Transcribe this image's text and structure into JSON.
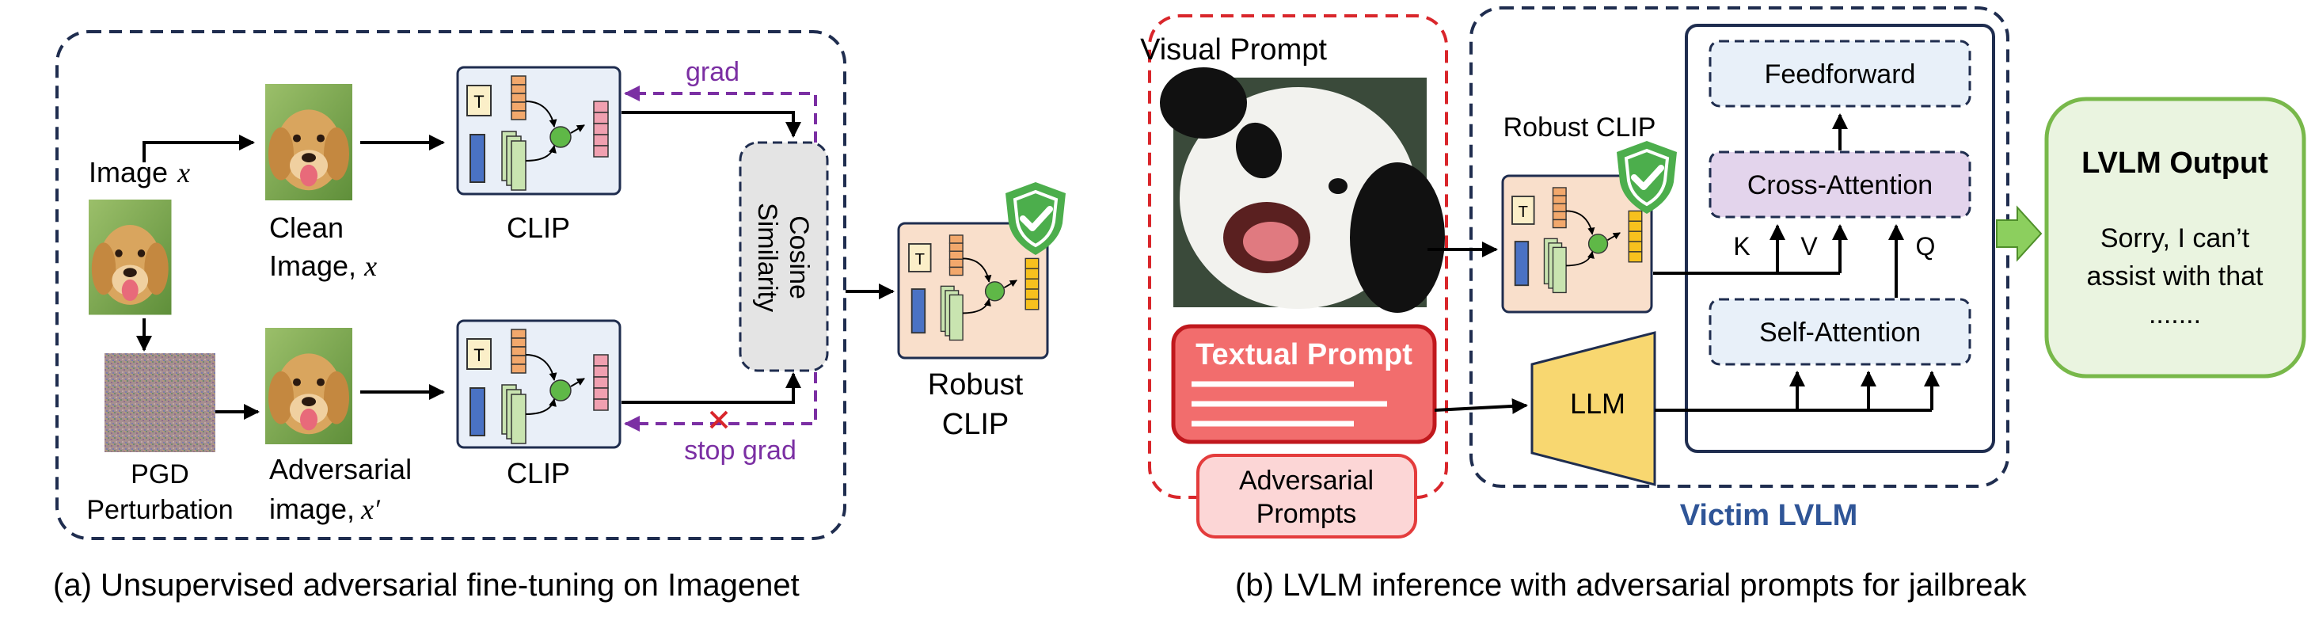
{
  "panel_a": {
    "image_label": "Image",
    "image_var": "x",
    "clean_label_1": "Clean",
    "clean_label_2": "Image,",
    "clean_var": "x",
    "pgd_label_1": "PGD",
    "pgd_label_2": "Perturbation",
    "adv_label_1": "Adversarial",
    "adv_label_2": "image,",
    "adv_var": "x′",
    "clip_top": "CLIP",
    "clip_bottom": "CLIP",
    "grad": "grad",
    "stop_grad": "stop grad",
    "cosine_1": "Cosine",
    "cosine_2": "Similarity",
    "robust_1": "Robust",
    "robust_2": "CLIP",
    "caption": "(a) Unsupervised adversarial fine-tuning on Imagenet"
  },
  "panel_b": {
    "visual_prompt": "Visual Prompt",
    "textual_prompt": "Textual Prompt",
    "adversarial_1": "Adversarial",
    "adversarial_2": "Prompts",
    "robust_clip": "Robust CLIP",
    "llm": "LLM",
    "feedforward": "Feedforward",
    "cross_attention": "Cross-Attention",
    "self_attention": "Self-Attention",
    "k": "K",
    "v": "V",
    "q": "Q",
    "victim": "Victim LVLM",
    "output_title": "LVLM Output",
    "output_1": "Sorry, I can’t",
    "output_2": "assist with that",
    "output_3": ".......",
    "caption": "(b) LVLM inference with adversarial prompts for jailbreak"
  },
  "clip_icon_letter": "T",
  "colors": {
    "navy_dash": "#1f2d4f",
    "purple": "#7b2fa3",
    "red_dash": "#d9262b",
    "clip_box": "#e9eff8",
    "robust_box": "#f9dfcb",
    "shield": "#4cae4c",
    "llm": "#f8d770",
    "victim_text": "#2f5597",
    "output_border": "#78b84a",
    "output_fill": "#eaf4e0",
    "cross_fill": "#e3d4ec",
    "module_fill": "#e8f0f9",
    "textual_fill": "#f26d6d",
    "adv_fill": "#fcd6d6"
  }
}
